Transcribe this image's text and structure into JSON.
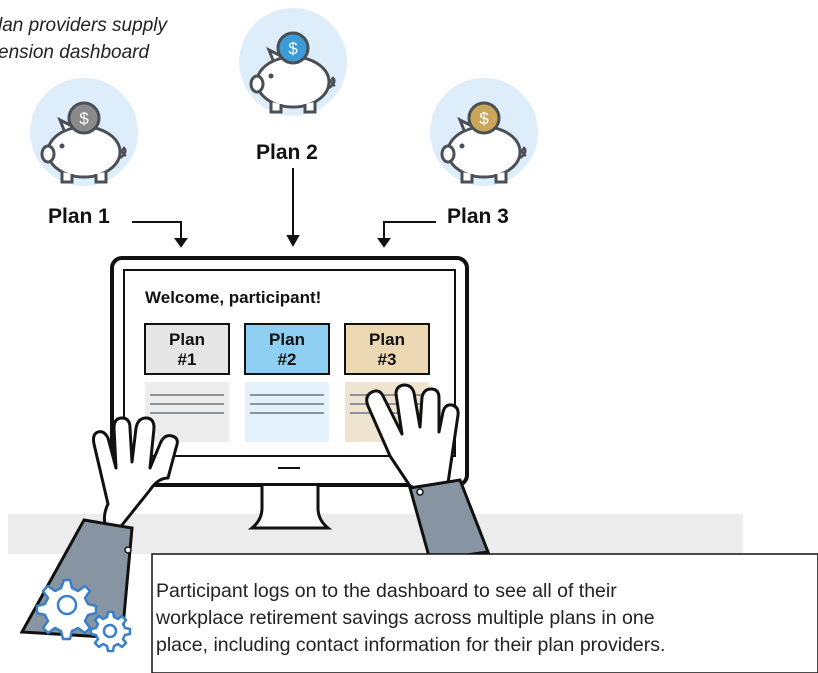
{
  "caption": {
    "line1": "lan providers supply",
    "line2": "ension dashboard"
  },
  "plans": [
    {
      "label": "Plan 1",
      "coin_color": "#8a8a8a"
    },
    {
      "label": "Plan 2",
      "coin_color": "#3c9bd5"
    },
    {
      "label": "Plan 3",
      "coin_color": "#c9a65a"
    }
  ],
  "screen": {
    "welcome": "Welcome, participant!",
    "cards": [
      {
        "line1": "Plan",
        "line2": "#1",
        "color": "#e6e6e6",
        "panel": "#ececec"
      },
      {
        "line1": "Plan",
        "line2": "#2",
        "color": "#8fcff2",
        "panel": "#e2f1fb"
      },
      {
        "line1": "Plan",
        "line2": "#3",
        "color": "#ecd9b3",
        "panel": "#efe4cf"
      }
    ]
  },
  "note": {
    "lines": [
      "Participant logs on to the dashboard to see all of their",
      "workplace retirement savings across multiple plans in one",
      "place, including contact information for their plan providers."
    ]
  },
  "colors": {
    "outline": "#111111",
    "piggy_outline": "#4a4f55",
    "circle_bg": "#ddeefa",
    "gear": "#3a7fc9",
    "cuff": "#8795a3",
    "desk": "#ececec"
  }
}
